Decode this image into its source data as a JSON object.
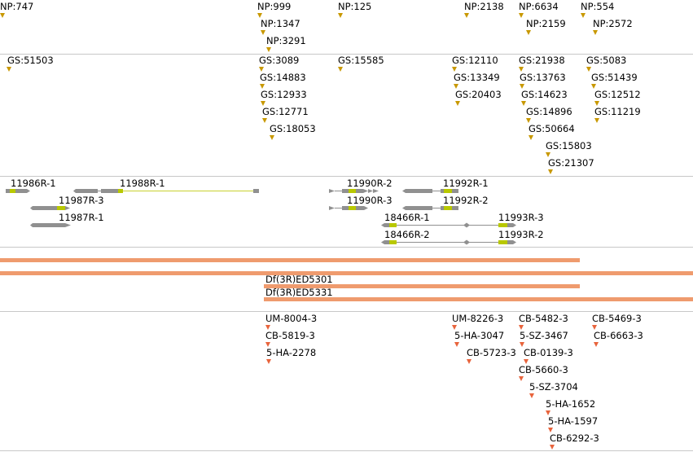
{
  "colors": {
    "separator": "#c8c8c8",
    "np_marker": "#c89800",
    "gs_marker": "#e0a000",
    "exon": "#909090",
    "cds": "#b8c800",
    "intron": "#c8d030",
    "deficiency": "#ef9b6e",
    "reagent_marker": "#e8643c"
  },
  "np_track": {
    "labels": [
      "NP:747",
      "NP:999",
      "NP:1347",
      "NP:3291",
      "NP:125",
      "NP:2138",
      "NP:6634",
      "NP:2159",
      "NP:554",
      "NP:2572"
    ]
  },
  "gs_track": {
    "labels": [
      "GS:51503",
      "GS:3089",
      "GS:14883",
      "GS:12933",
      "GS:12771",
      "GS:18053",
      "GS:15585",
      "GS:12110",
      "GS:13349",
      "GS:20403",
      "GS:21938",
      "GS:13763",
      "GS:14623",
      "GS:14896",
      "GS:50664",
      "GS:15803",
      "GS:21307",
      "GS:5083",
      "GS:51439",
      "GS:12512",
      "GS:11219"
    ]
  },
  "gene_track": {
    "labels": [
      "11986R-1",
      "11988R-1",
      "11987R-3",
      "11987R-1",
      "11990R-2",
      "11990R-3",
      "11992R-1",
      "11992R-2",
      "18466R-1",
      "18466R-2",
      "11993R-3",
      "11993R-2"
    ]
  },
  "deficiency_track": {
    "labels": [
      "Df(3R)ED5301",
      "Df(3R)ED5331"
    ]
  },
  "reagent_track": {
    "labels": [
      "UM-8004-3",
      "CB-5819-3",
      "5-HA-2278",
      "UM-8226-3",
      "5-HA-3047",
      "CB-5723-3",
      "CB-5482-3",
      "5-SZ-3467",
      "CB-0139-3",
      "CB-5660-3",
      "5-SZ-3704",
      "5-HA-1652",
      "5-HA-1597",
      "CB-6292-3",
      "CB-5469-3",
      "CB-6663-3"
    ]
  }
}
